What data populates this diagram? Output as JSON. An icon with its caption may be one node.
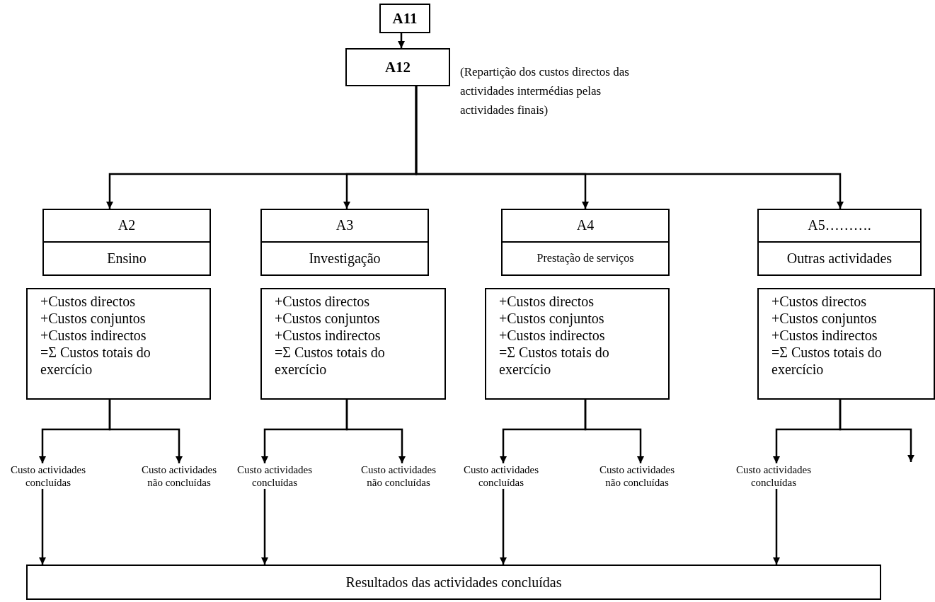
{
  "diagram": {
    "nodes": [
      {
        "text": [
          "A11"
        ]
      },
      {
        "text": [
          "A12"
        ]
      },
      {
        "text": [
          "A2",
          "Ensino"
        ]
      },
      {
        "text": [
          "A3",
          "Investigação"
        ]
      },
      {
        "text": [
          "A4",
          "Prestação de serviços"
        ]
      },
      {
        "text": [
          "A5……….",
          "Outras actividades"
        ]
      },
      {
        "text": [
          "+Custos directos +Custos conjuntos +Custos indirectos =Σ Custos totais do exercício"
        ]
      },
      {
        "text": [
          "+Custos directos +Custos conjuntos +Custos indirectos =Σ Custos totais do exercício"
        ]
      },
      {
        "text": [
          "+Custos directos +Custos conjuntos +Custos indirectos =Σ Custos totais do exercício"
        ]
      },
      {
        "text": [
          "+Custos directos +Custos conjuntos +Custos indirectos =Σ Custos totais do exercício"
        ]
      },
      {
        "text": [
          "Custo actividades concluídas"
        ]
      },
      {
        "text": [
          "Custo actividades não concluídas"
        ]
      },
      {
        "text": [
          "Custo actividades concluídas"
        ]
      },
      {
        "text": [
          "Custo actividades não concluídas"
        ]
      },
      {
        "text": [
          "Custo actividades concluídas"
        ]
      },
      {
        "text": [
          "Custo actividades não concluídas"
        ]
      },
      {
        "text": [
          "Custo actividades concluídas"
        ]
      },
      {
        "text": [
          "Resultados das actividades concluídas"
        ]
      }
    ],
    "edges": [
      {
        "from": 0,
        "to": 1,
        "arrow": "to"
      },
      {
        "from": 1,
        "to": 2,
        "arrow": "to"
      },
      {
        "from": 1,
        "to": 3,
        "arrow": "to"
      },
      {
        "from": 1,
        "to": 4,
        "arrow": "to"
      },
      {
        "from": 1,
        "to": 5,
        "arrow": "to"
      },
      {
        "from": 6,
        "to": 10,
        "arrow": "to"
      },
      {
        "from": 6,
        "to": 11,
        "arrow": "to"
      },
      {
        "from": 7,
        "to": 12,
        "arrow": "to"
      },
      {
        "from": 7,
        "to": 13,
        "arrow": "to"
      },
      {
        "from": 8,
        "to": 14,
        "arrow": "to"
      },
      {
        "from": 8,
        "to": 15,
        "arrow": "to"
      },
      {
        "from": 9,
        "to": 16,
        "arrow": "to"
      },
      {
        "from": 9,
        "to": null,
        "arrow": "to"
      },
      {
        "from": 10,
        "to": 17,
        "arrow": "to"
      },
      {
        "from": 12,
        "to": 17,
        "arrow": "to"
      },
      {
        "from": 14,
        "to": 17,
        "arrow": "to"
      },
      {
        "from": 16,
        "to": 17,
        "arrow": "to"
      }
    ],
    "labels": [
      "(Repartição dos custos directos das actividades intermédias pelas actividades finais)"
    ]
  }
}
